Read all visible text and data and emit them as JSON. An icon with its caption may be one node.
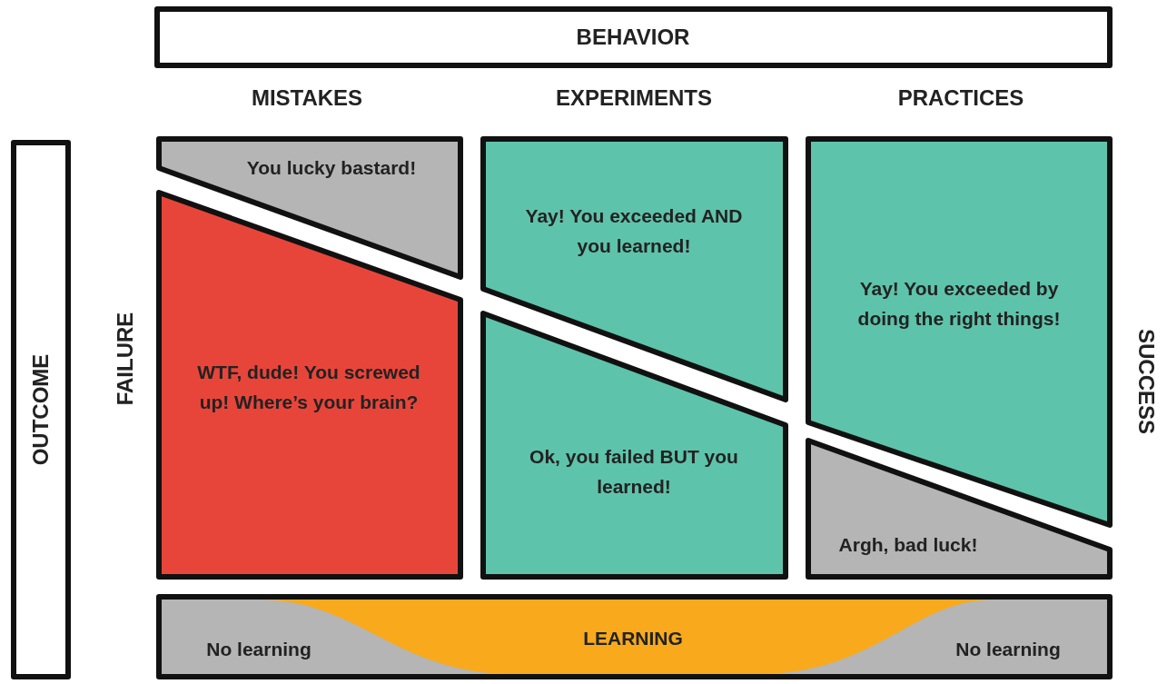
{
  "diagram": {
    "nodes": [
      {
        "text": [
          "BEHAVIOR"
        ]
      },
      {
        "text": [
          "OUTCOME"
        ]
      },
      {
        "text": [
          "You lucky bastard!"
        ]
      },
      {
        "text": [
          "WTF, dude! You screwed up! Where’s your brain?"
        ]
      },
      {
        "text": [
          "Yay! You exceeded AND you learned!"
        ]
      },
      {
        "text": [
          "Ok, you failed BUT you learned!"
        ]
      },
      {
        "text": [
          "Yay! You exceeded by doing the right things!"
        ]
      },
      {
        "text": [
          "Argh, bad luck!"
        ]
      },
      {
        "text": [
          "No learning",
          "LEARNING",
          "No learning"
        ]
      }
    ],
    "labels": [
      "MISTAKES",
      "EXPERIMENTS",
      "PRACTICES",
      "FAILURE",
      "SUCCESS"
    ]
  }
}
